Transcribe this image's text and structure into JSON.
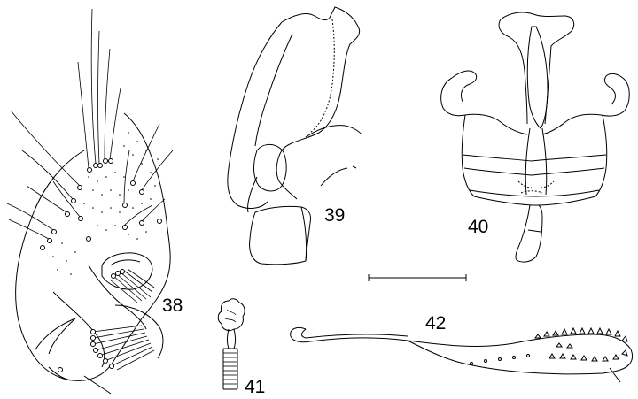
{
  "figure_labels": {
    "fig38": "38",
    "fig39": "39",
    "fig40": "40",
    "fig41": "41",
    "fig42": "42"
  },
  "colors": {
    "ink": "#000000",
    "background": "#ffffff"
  }
}
